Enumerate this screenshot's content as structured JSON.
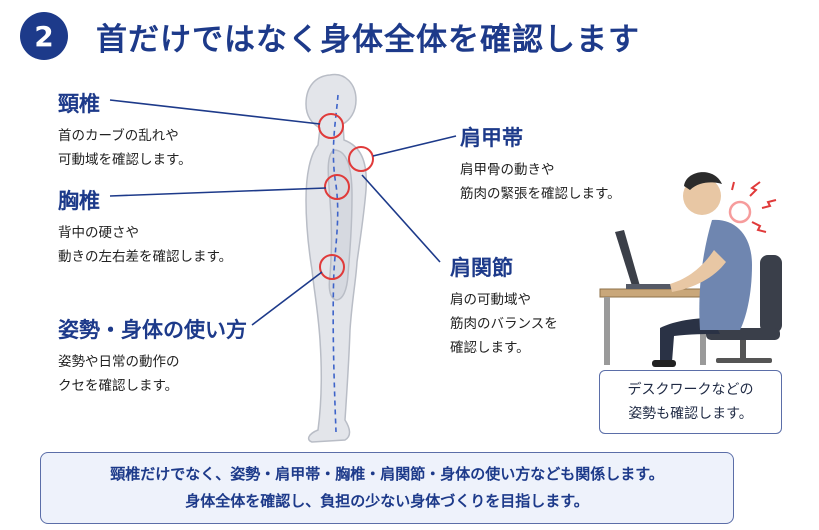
{
  "header": {
    "step_number": "2",
    "title": "首だけではなく身体全体を確認します"
  },
  "labels": {
    "cervical": {
      "title": "頸椎",
      "desc_line1": "首のカーブの乱れや",
      "desc_line2": "可動域を確認します。"
    },
    "thoracic": {
      "title": "胸椎",
      "desc_line1": "背中の硬さや",
      "desc_line2": "動きの左右差を確認します。"
    },
    "posture": {
      "title": "姿勢・身体の使い方",
      "desc_line1": "姿勢や日常の動作の",
      "desc_line2": "クセを確認します。"
    },
    "shoulder_girdle": {
      "title": "肩甲帯",
      "desc_line1": "肩甲骨の動きや",
      "desc_line2": "筋肉の緊張を確認します。"
    },
    "shoulder_joint": {
      "title": "肩関節",
      "desc_line1": "肩の可動域や",
      "desc_line2": "筋肉のバランスを",
      "desc_line3": "確認します。"
    }
  },
  "desk_note": {
    "line1": "デスクワークなどの",
    "line2": "姿勢も確認します。"
  },
  "summary": {
    "line1": "頸椎だけでなく、姿勢・肩甲帯・胸椎・肩関節・身体の使い方なども関係します。",
    "line2": "身体全体を確認し、負担の少ない身体づくりを目指します。"
  },
  "colors": {
    "accent": "#1d3a8a",
    "marker": "#e03a3a",
    "body_fill": "#e3e5ea",
    "spine_line": "#3d63c9"
  }
}
